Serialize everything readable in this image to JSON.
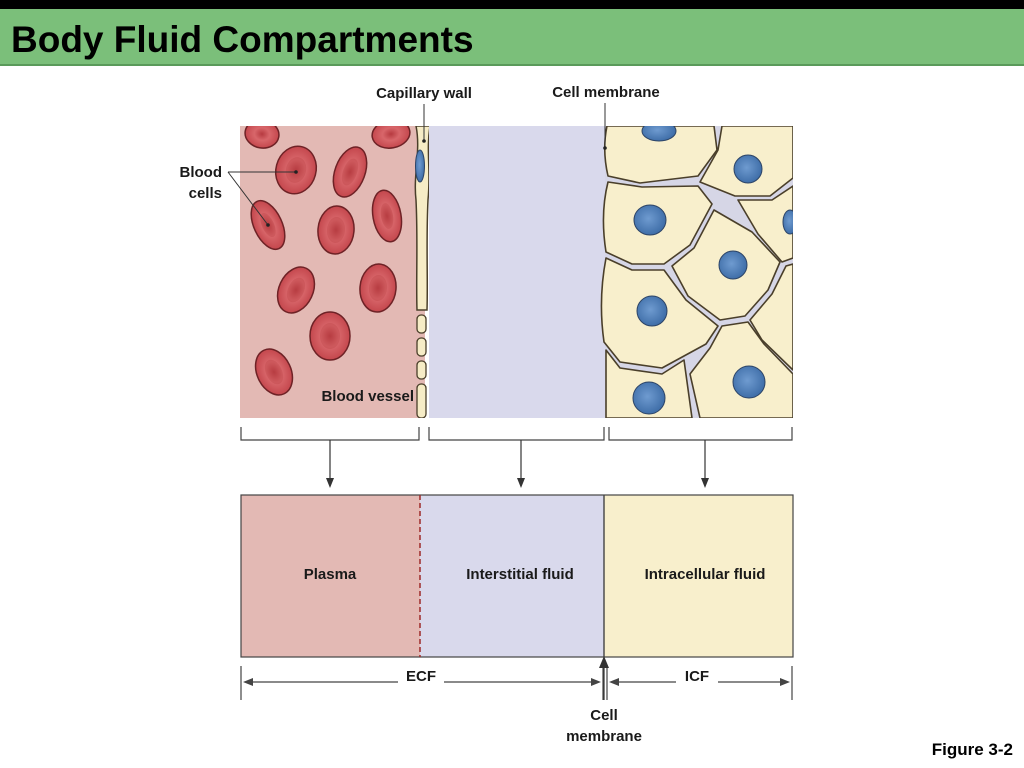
{
  "title": "Body Fluid Compartments",
  "labels": {
    "capillary_wall": "Capillary wall",
    "cell_membrane_top": "Cell membrane",
    "blood_cells_line1": "Blood",
    "blood_cells_line2": "cells",
    "blood_vessel": "Blood vessel",
    "plasma": "Plasma",
    "interstitial_fluid": "Interstitial fluid",
    "intracellular_fluid": "Intracellular fluid",
    "ecf": "ECF",
    "icf": "ICF",
    "cell_membrane_bottom_line1": "Cell",
    "cell_membrane_bottom_line2": "membrane"
  },
  "figure_number": "Figure 3-2",
  "colors": {
    "title_bar": "#7bbf7a",
    "plasma": "#e3b9b4",
    "interstitial": "#d9d9ec",
    "intracellular": "#f8efcc",
    "rbc": "#c94f54",
    "nucleus": "#4f7fb8"
  }
}
